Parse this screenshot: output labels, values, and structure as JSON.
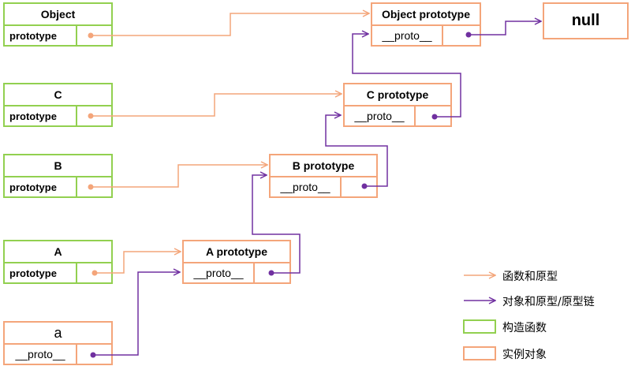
{
  "constructors": {
    "object": {
      "title": "Object",
      "field": "prototype"
    },
    "c": {
      "title": "C",
      "field": "prototype"
    },
    "b": {
      "title": "B",
      "field": "prototype"
    },
    "a": {
      "title": "A",
      "field": "prototype"
    }
  },
  "prototypes": {
    "object": {
      "title": "Object prototype",
      "field": "__proto__"
    },
    "c": {
      "title": "C  prototype",
      "field": "__proto__"
    },
    "b": {
      "title": "B  prototype",
      "field": "__proto__"
    },
    "a": {
      "title": "A  prototype",
      "field": "__proto__"
    }
  },
  "instance": {
    "title": "a",
    "field": "__proto__"
  },
  "null_label": "null",
  "legend": {
    "prototype_link": "函数和原型",
    "proto_chain": "对象和原型/原型链",
    "constructor": "构造函数",
    "instance_object": "实例对象"
  },
  "colors": {
    "constructor_border": "#92d050",
    "object_border": "#f4a57a",
    "prototype_arrow": "#f4a57a",
    "proto_chain_arrow": "#7030a0"
  }
}
